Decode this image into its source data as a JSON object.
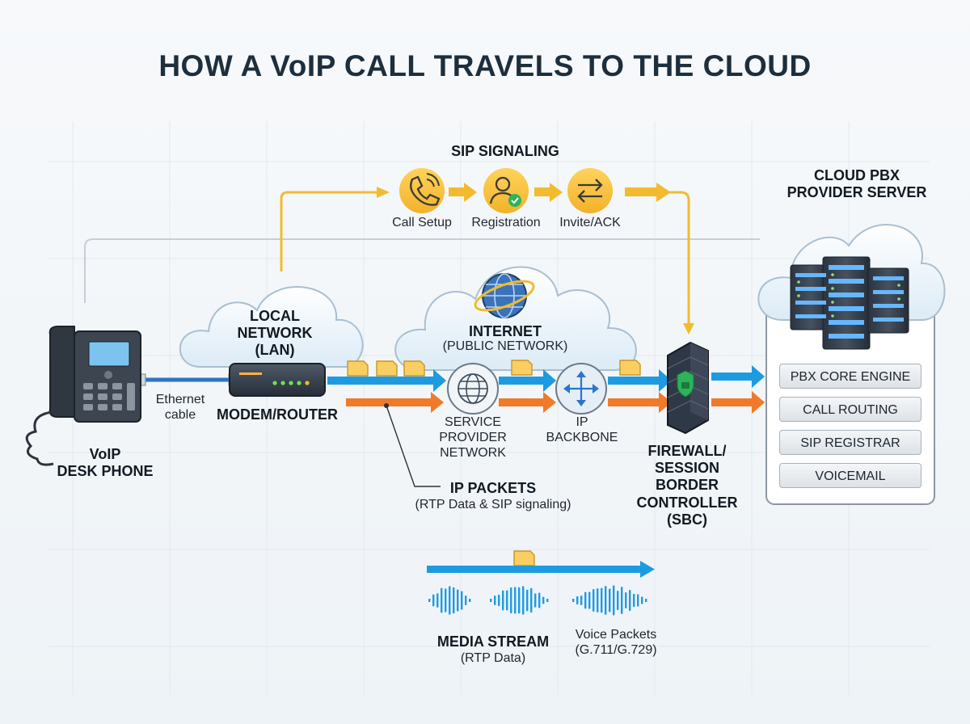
{
  "title": "HOW A VoIP CALL TRAVELS TO THE CLOUD",
  "sip": {
    "heading": "SIP SIGNALING",
    "steps": [
      {
        "label": "Call Setup",
        "icon": "phone-icon"
      },
      {
        "label": "Registration",
        "icon": "user-check-icon"
      },
      {
        "label": "Invite/ACK",
        "icon": "swap-arrows-icon"
      }
    ]
  },
  "phone": {
    "line1": "VoIP",
    "line2": "DESK PHONE"
  },
  "cable": {
    "line1": "Ethernet",
    "line2": "cable"
  },
  "lan": {
    "line1": "LOCAL",
    "line2": "NETWORK",
    "line3": "(LAN)",
    "device": "MODEM/ROUTER"
  },
  "internet": {
    "title": "INTERNET",
    "subtitle": "(PUBLIC NETWORK)"
  },
  "spn": {
    "line1": "SERVICE",
    "line2": "PROVIDER",
    "line3": "NETWORK"
  },
  "backbone": {
    "line1": "IP",
    "line2": "BACKBONE"
  },
  "packets": {
    "title": "IP PACKETS",
    "subtitle": "(RTP Data & SIP signaling)"
  },
  "firewall": {
    "line1": "FIREWALL/",
    "line2": "SESSION",
    "line3": "BORDER",
    "line4": "CONTROLLER",
    "line5": "(SBC)"
  },
  "cloud_pbx": {
    "line1": "CLOUD PBX",
    "line2": "PROVIDER SERVER",
    "components": [
      "PBX CORE ENGINE",
      "CALL ROUTING",
      "SIP REGISTRAR",
      "VOICEMAIL"
    ]
  },
  "media": {
    "title": "MEDIA STREAM",
    "subtitle": "(RTP Data)",
    "voice_line1": "Voice Packets",
    "voice_line2": "(G.711/G.729)"
  },
  "colors": {
    "signaling": "#f2bb2e",
    "media": "#1e9be0",
    "data": "#f07a2a",
    "packet": "#f9cf63",
    "firewall_brick": "#2f3847",
    "firewall_shield": "#2db35a",
    "title": "#1d2e3d"
  }
}
